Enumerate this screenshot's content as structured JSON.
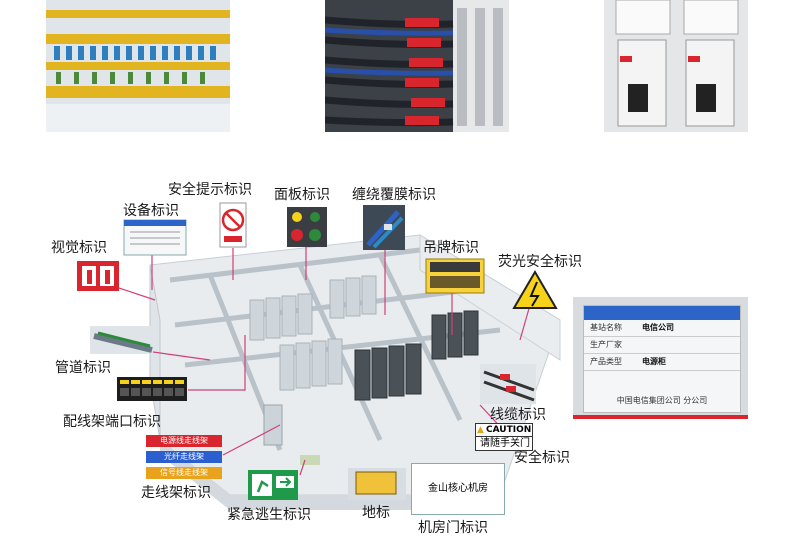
{
  "labels": {
    "safety_tip": "安全提示标识",
    "panel": "面板标识",
    "wrap_film": "缠绕覆膜标识",
    "equipment": "设备标识",
    "visual": "视觉标识",
    "hang_tag": "吊牌标识",
    "fluorescent": "荧光安全标识",
    "pipe": "管道标识",
    "patch_port": "配线架端口标识",
    "cable": "线缆标识",
    "safety": "安全标识",
    "tray": "走线架标识",
    "emergency": "紧急逃生标识",
    "floor": "地标",
    "door": "机房门标识"
  },
  "tray_tags": [
    "电源线走线架",
    "光纤走线架",
    "信号线走线架"
  ],
  "caution": {
    "title": "CAUTION",
    "text": "请随手关门"
  },
  "door_sign": "金山核心机房",
  "plate": {
    "rows": [
      {
        "k": "基站名称",
        "v": "电信公司"
      },
      {
        "k": "生产厂家",
        "v": ""
      },
      {
        "k": "产品类型",
        "v": "电源柜"
      }
    ],
    "footer": "中国电信集团公司  分公司"
  },
  "colors": {
    "line": "#d0407a",
    "tray_power": "#d9262e",
    "tray_fiber": "#2b5fd0",
    "tray_signal": "#e8a21b",
    "warning_yellow": "#f6d21a",
    "plate_blue": "#2d64c8"
  }
}
